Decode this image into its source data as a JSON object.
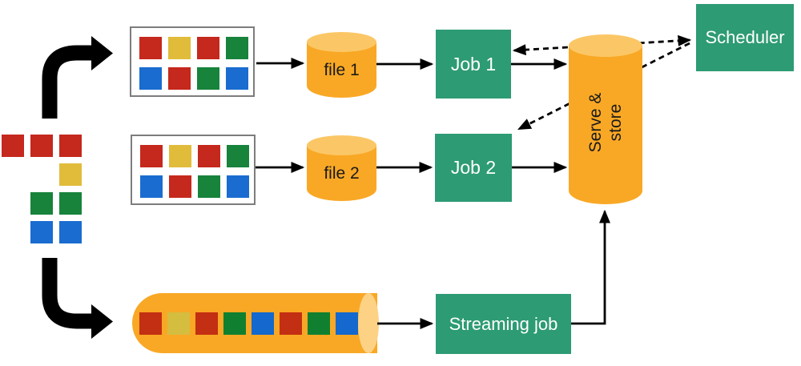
{
  "palette": {
    "red": "#c5281c",
    "yellow": "#e1bc3b",
    "green": "#17833b",
    "blue": "#1a6cd0",
    "stream_red": "#c32f12",
    "stream_yellow": "#d5bd40",
    "stream_green": "#108030",
    "stream_blue": "#1568cd",
    "box_green": "#2d9b74",
    "orange": "#f9a825",
    "orange_light": "#fbc766",
    "orange_pale": "#fdd285",
    "arrow_black": "#000000"
  },
  "source_cluster": {
    "grid": [
      [
        "red",
        "red",
        "red"
      ],
      [
        "",
        "",
        "yellow"
      ],
      [
        "",
        "green",
        "green"
      ],
      [
        "",
        "blue",
        "blue"
      ]
    ]
  },
  "batches": [
    {
      "grid": [
        [
          "red",
          "yellow",
          "red",
          "green"
        ],
        [
          "blue",
          "red",
          "green",
          "blue"
        ]
      ]
    },
    {
      "grid": [
        [
          "red",
          "yellow",
          "red",
          "green"
        ],
        [
          "blue",
          "red",
          "green",
          "blue"
        ]
      ]
    }
  ],
  "stream_items": [
    "stream_red",
    "stream_yellow",
    "stream_red",
    "stream_green",
    "stream_blue",
    "stream_red",
    "stream_green",
    "stream_blue"
  ],
  "nodes": {
    "file1": {
      "label": "file 1"
    },
    "file2": {
      "label": "file 2"
    },
    "job1": {
      "label": "Job 1"
    },
    "job2": {
      "label": "Job 2"
    },
    "streaming_job": {
      "label": "Streaming job"
    },
    "serve_store": {
      "label": "Serve & store"
    },
    "scheduler": {
      "label": "Scheduler"
    }
  }
}
